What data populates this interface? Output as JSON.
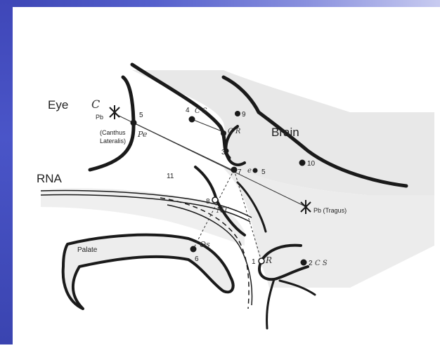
{
  "labels": {
    "eye": "Eye",
    "brain": "Brain",
    "rna": "RNA",
    "palate": "Palate",
    "pb_eye": "Pb",
    "canthus_1": "(Canthus",
    "canthus_2": "Lateralis)",
    "pb_tragus": "Pb (Tragus)"
  },
  "points": {
    "p1": "1",
    "p2": "2",
    "p3": "3",
    "p4": "4",
    "p5": "5",
    "p6": "6",
    "p7": "7",
    "p8": "8",
    "p9": "9",
    "p10": "10",
    "p11": "11"
  },
  "handwritten": {
    "pe": "Pe",
    "pr_top": "C R",
    "pe_7": "e",
    "nt": "NT",
    "os": "Os",
    "r": "R",
    "cs_2": "C S",
    "c_top": "C",
    "cs_4": "C S"
  },
  "colors": {
    "frame_left": "#3f47b8",
    "frame_top": "#5560cc",
    "ink": "#1a1a1a",
    "shade": "#e6e6e6"
  }
}
